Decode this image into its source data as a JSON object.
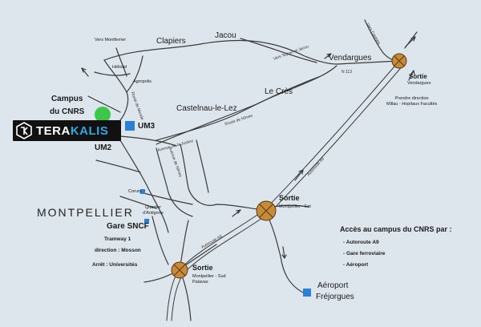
{
  "map": {
    "towns": {
      "vers_montferrier": "Vers Montferrier",
      "clapiers": "Clapiers",
      "jacou": "Jacou",
      "vendargues": "Vendargues",
      "heliotel": "Héliotel",
      "agropolis": "Agropolis",
      "le_cres": "Le Crès",
      "castelnau": "Castelnau-le-Lez",
      "montpellier": "MONTPELLIER",
      "corum": "Corum",
      "quartier_antigone": "Quartier\nd'Antigone"
    },
    "roads": {
      "vers_teyran": "Vers Teyran et Jacou",
      "vers_castries": "Vers Castries",
      "n113": "N 113",
      "route_nimes_1": "Route de Nîmes",
      "route_nimes_2": "Route de Nîmes",
      "autoroute_a9_1": "Autoroute A9",
      "autoroute_a9_2": "Autoroute A9",
      "route_mende": "Route de Mende",
      "av_justice": "Avenue de la Justice",
      "av_nimes": "Avenue de Nîmes"
    },
    "campus_cnrs": "Campus\ndu CNRS",
    "um3": "UM3",
    "um2": "UM2",
    "logo": {
      "part1": "TERA",
      "part2": "KALIS"
    },
    "exits": {
      "vendargues": {
        "title": "Sortie",
        "sub": "Vendargues"
      },
      "prendre_direction": "Prendre direction\nMillau - Hopitaux Facultés",
      "mtp_est": {
        "title": "Sortie",
        "sub": "Montpellier - Est"
      },
      "mtp_sud": {
        "title": "Sortie",
        "sub": "Montpellier - Sud\nPalavas"
      }
    },
    "gare": {
      "title": "Gare SNCF",
      "tram": "Tramway 1",
      "direction": "direction : Mosson",
      "arret": "Arrêt : Universités"
    },
    "aeroport": {
      "title": "Aéroport",
      "sub": "Fréjorgues"
    },
    "acces": {
      "title": "Accès au campus du CNRS par :",
      "items": [
        "- Autoroute A9",
        "- Gare ferroviaire",
        "- Aéroport"
      ]
    }
  },
  "colors": {
    "background": "#dde6ed",
    "road": "#3a3a3a",
    "campus_dot": "#3ec64a",
    "marker": "#2b7fd6",
    "exit": "#c78a3a",
    "logo_accent": "#2fa7df"
  }
}
